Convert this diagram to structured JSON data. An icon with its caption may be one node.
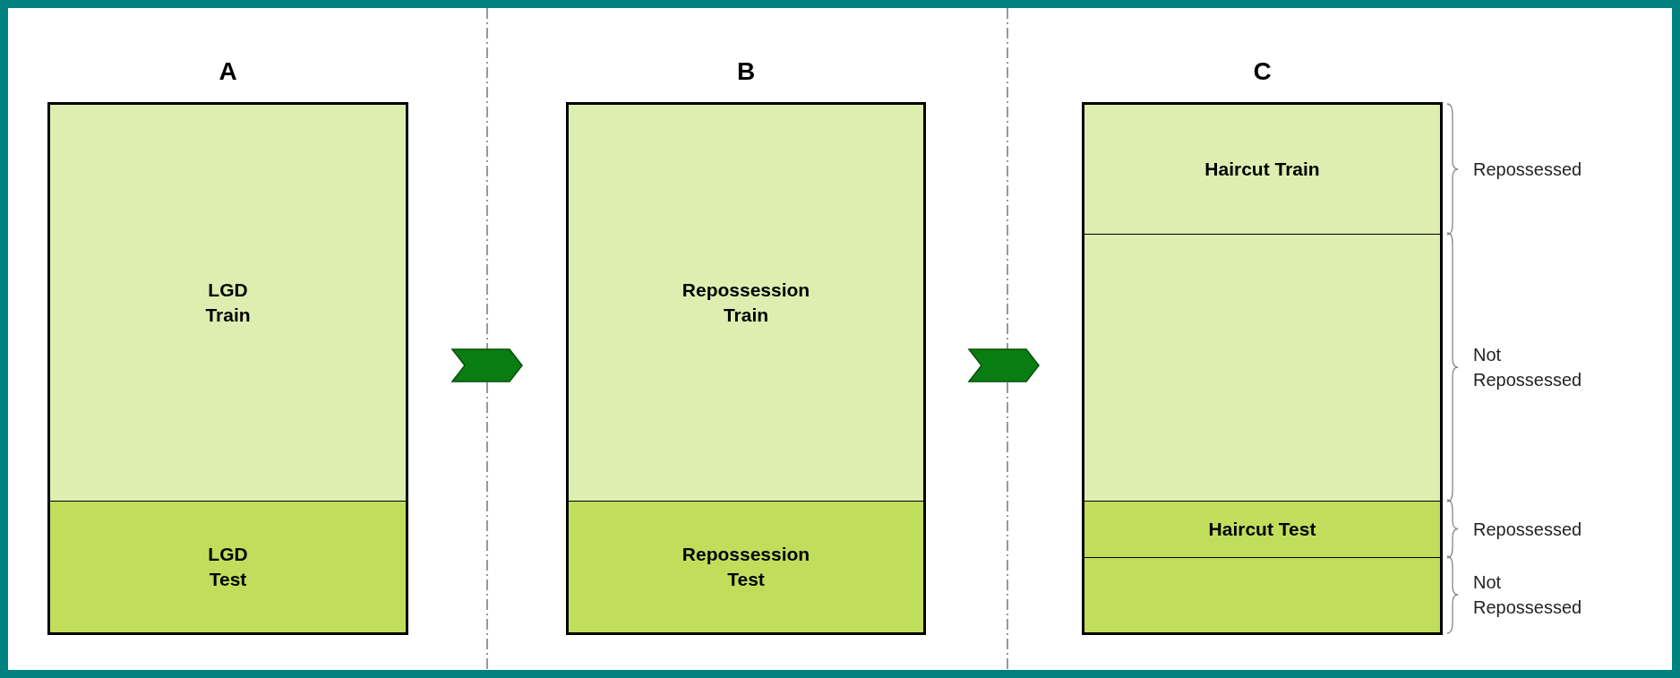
{
  "diagram": {
    "nodes": [
      {
        "text": [
          "A"
        ]
      },
      {
        "text": [
          "LGD Train"
        ],
        "in": 0
      },
      {
        "text": [
          "LGD Test"
        ],
        "in": 0
      },
      {
        "text": [
          "B"
        ]
      },
      {
        "text": [
          "Repossession Train"
        ],
        "in": 3
      },
      {
        "text": [
          "Repossession Test"
        ],
        "in": 3
      },
      {
        "text": [
          "C"
        ]
      },
      {
        "text": [
          "Haircut Train"
        ],
        "in": 6,
        "beside": [
          "Repossessed"
        ]
      },
      {
        "text": [],
        "shape": "box",
        "in": 6,
        "beside": [
          "Not Repossessed"
        ]
      },
      {
        "text": [
          "Haircut Test"
        ],
        "in": 6,
        "beside": [
          "Repossessed"
        ]
      },
      {
        "text": [],
        "shape": "box",
        "in": 6,
        "beside": [
          "Not Repossessed"
        ]
      }
    ],
    "edges": [
      {
        "from": 0,
        "to": 3,
        "arrow": "to"
      },
      {
        "from": 3,
        "to": 6,
        "arrow": "to"
      }
    ]
  }
}
